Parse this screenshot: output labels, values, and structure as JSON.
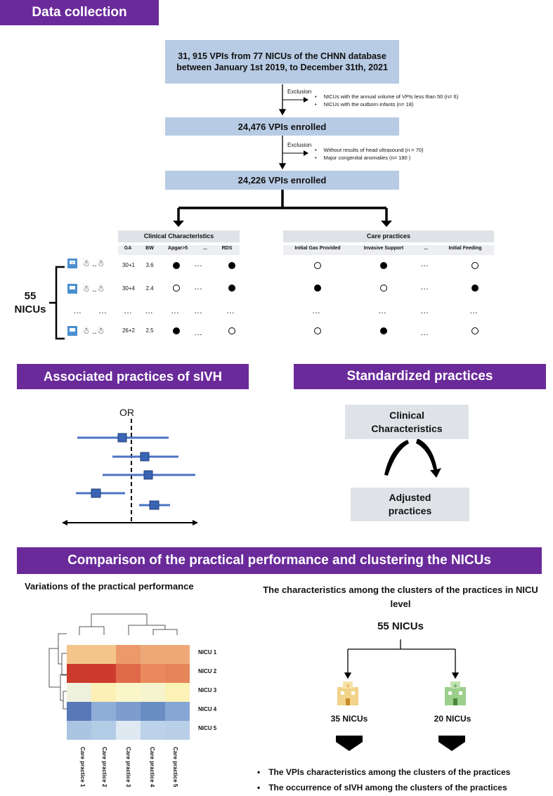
{
  "section1": {
    "title": "Data collection"
  },
  "flow": {
    "box1": "31, 915 VPIs from 77 NICUs of the CHNN database between January 1st 2019, to December 31th, 2021",
    "exclusion1": {
      "label": "Exclusion",
      "items": [
        "NICUs with the annual volume of VPIs less than 50 (n= 6)",
        "NICUs with the outborn infants (n= 18)"
      ]
    },
    "box2": "24,476 VPIs enrolled",
    "exclusion2": {
      "label": "Exclusion",
      "items": [
        "Without results of head ultrasound (n = 70)",
        "Major congenital anomalies (n= 180 )"
      ]
    },
    "box3": "24,226 VPIs enrolled"
  },
  "table": {
    "nicus_label": "55\nNICUs",
    "clinical_header": "Clinical Characteristics",
    "clinical_cols": [
      "GA",
      "BW",
      "Apgar>5",
      "...",
      "RDS"
    ],
    "care_header": "Care practices",
    "care_cols": [
      "Initial Gas Provided",
      "Invasive Support",
      "...",
      "Initial Feeding"
    ],
    "ellipsis": "…",
    "rows": [
      {
        "ga": "30+1",
        "bw": "3.6",
        "apgar": "filled",
        "rds": "filled",
        "care": [
          "open",
          "filled",
          "open"
        ]
      },
      {
        "ga": "30+4",
        "bw": "2.4",
        "apgar": "open",
        "rds": "filled",
        "care": [
          "filled",
          "open",
          "filled"
        ]
      },
      {
        "ga": "26+2",
        "bw": "2.5",
        "apgar": "filled",
        "rds": "open",
        "care": [
          "open",
          "filled",
          "open"
        ]
      }
    ]
  },
  "section2": {
    "title": "Associated practices of sIVH",
    "or_label": "OR"
  },
  "section3": {
    "title": "Standardized practices",
    "box_top": "Clinical\nCharacteristics",
    "box_bottom": "Adjusted\npractices"
  },
  "section4": {
    "title": "Comparison of the practical performance and clustering the NICUs"
  },
  "heatmap": {
    "title": "Variations of the practical performance",
    "rows": [
      "NICU 1",
      "NICU 2",
      "NICU 3",
      "NICU 4",
      "NICU 5"
    ],
    "cols": [
      "Care practice 1",
      "Care practice 2",
      "Care practice 3",
      "Care practice 4",
      "Care practice 5"
    ],
    "colors": [
      [
        "#f3c58a",
        "#f3c58a",
        "#ec9a6a",
        "#eea878",
        "#efa978"
      ],
      [
        "#cc3a2c",
        "#cf3a2e",
        "#e0694a",
        "#ea8a5c",
        "#e6845a"
      ],
      [
        "#eef2dc",
        "#fcf0b4",
        "#faf6c8",
        "#f6f4cc",
        "#fcf2b6"
      ],
      [
        "#5878b8",
        "#8eaed8",
        "#7e9cce",
        "#6a8cc4",
        "#86a6d4"
      ],
      [
        "#aac4e2",
        "#b2cce6",
        "#dfe9f2",
        "#bcd2e8",
        "#b8cfe7"
      ]
    ]
  },
  "clusters": {
    "title": "The characteristics among the clusters of the practices in NICU level",
    "total": "55  NICUs",
    "left": "35 NICUs",
    "right": "20 NICUs",
    "bullets": [
      "The VPIs characteristics  among the clusters of the practices",
      "The occurrence of sIVH  among the clusters of the practices"
    ]
  }
}
